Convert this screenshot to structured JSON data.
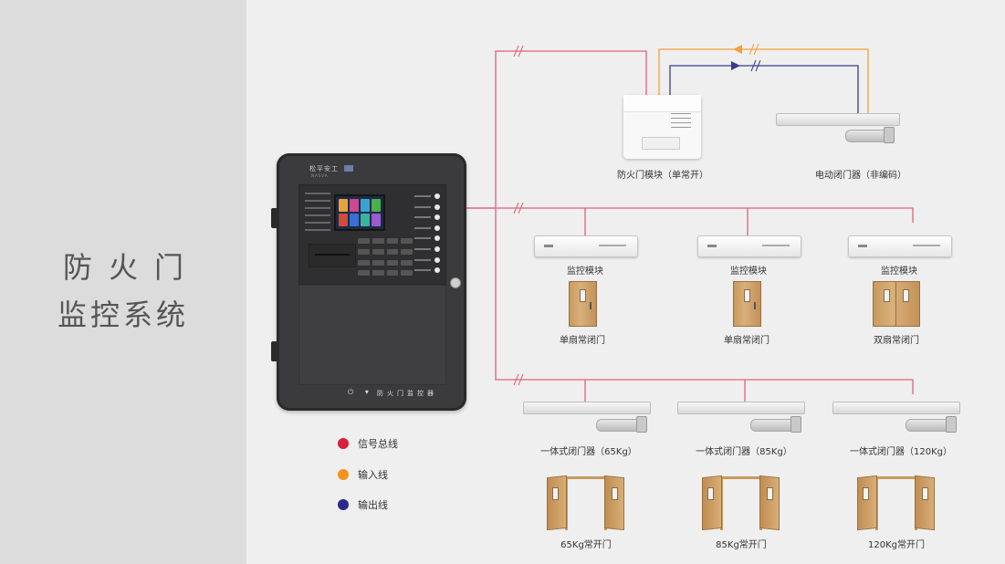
{
  "title": {
    "line1": "防火门",
    "line2": "监控系统"
  },
  "controller": {
    "brand": "松平安工",
    "brand_sub": "NASVA",
    "panel_label": "防火门监控器",
    "footer_icons": "⏻ ▾"
  },
  "devices": {
    "fire_door_module": "防火门模块（单常开）",
    "electric_closer": "电动闭门器（非编码）",
    "monitor_modules": [
      "监控模块",
      "监控模块",
      "监控模块"
    ],
    "normally_closed_doors": [
      "单扇常闭门",
      "单扇常闭门",
      "双扇常闭门"
    ],
    "integrated_closers": [
      "一体式闭门器（65Kg）",
      "一体式闭门器（85Kg）",
      "一体式闭门器（120Kg）"
    ],
    "normally_open_doors": [
      "65Kg常开门",
      "85Kg常开门",
      "120Kg常开门"
    ]
  },
  "legend": [
    {
      "label": "信号总线",
      "color": "#d6203c"
    },
    {
      "label": "输入线",
      "color": "#f3931e"
    },
    {
      "label": "输出线",
      "color": "#2a2a8c"
    }
  ],
  "colors": {
    "bus": "#e0607a",
    "input": "#f3a13a",
    "output": "#3a3a8c",
    "panel_bg": "#dcdcdc",
    "bg": "#efefef"
  }
}
